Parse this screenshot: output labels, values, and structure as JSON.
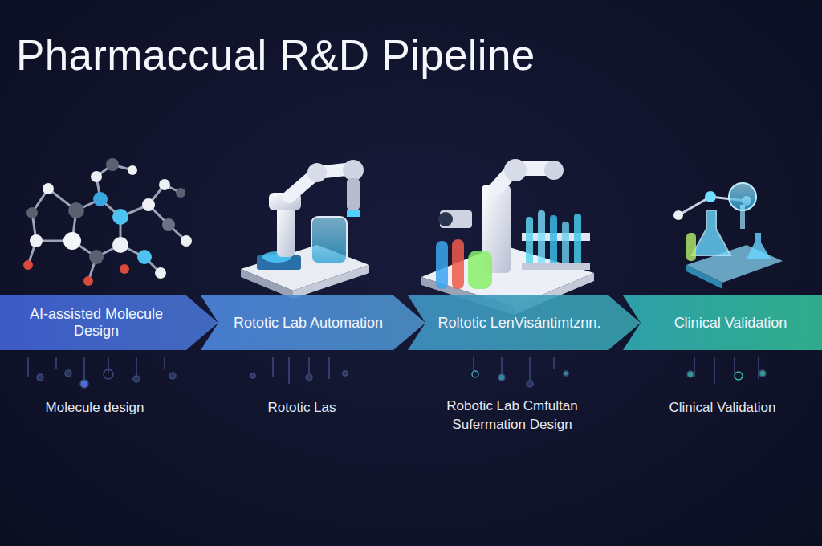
{
  "diagram": {
    "title": "Pharmaccual R&D Pipeline",
    "nodes": [
      {
        "text": [
          "AI-assisted Molecule Design"
        ]
      },
      {
        "text": [
          "Rototic Lab Automation"
        ]
      },
      {
        "text": [
          "Roltotic LenVisántimtznn."
        ]
      },
      {
        "text": [
          "Clinical Validation"
        ]
      }
    ],
    "labels": [
      "Molecule design",
      "Rototic Las",
      "Robotic Lab Cmfultan Sufermation Design",
      "Clinical Validation"
    ]
  }
}
